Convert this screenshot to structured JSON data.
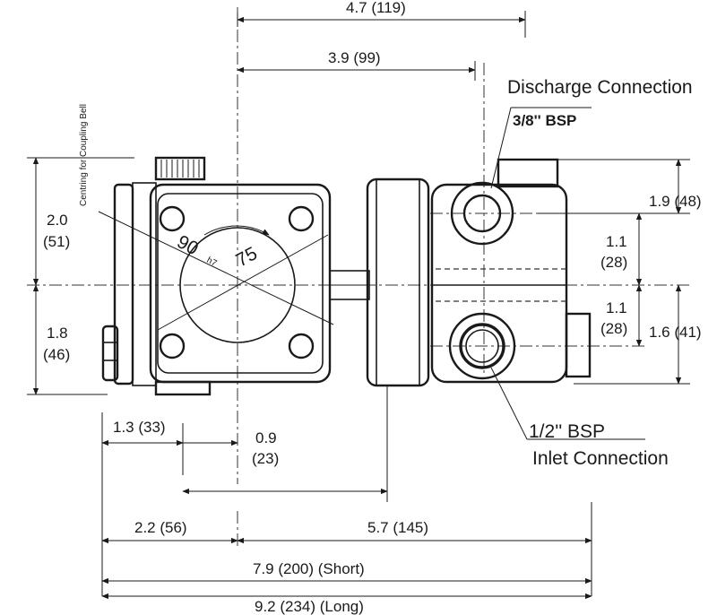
{
  "dimensions": {
    "overall_width_short": "7.9 (200) (Short)",
    "overall_width_long": "9.2 (234) (Long)",
    "width_to_discharge_far": "4.7 (119)",
    "width_to_discharge_center": "3.9 (99)",
    "left_to_center": "2.2 (56)",
    "center_to_right": "5.7 (145)",
    "flange_offset": "1.3 (33)",
    "center_offset_line1": "0.9",
    "center_offset_line2": "(23)",
    "upper_height_line1": "2.0",
    "upper_height_line2": "(51)",
    "lower_height_line1": "1.8",
    "lower_height_line2": "(46)",
    "discharge_top": "1.9 (48)",
    "port_spacing_upper_line1": "1.1",
    "port_spacing_upper_line2": "(28)",
    "port_spacing_lower_line1": "1.1",
    "port_spacing_lower_line2": "(28)",
    "inlet_bottom": "1.6 (41)"
  },
  "annotations": {
    "discharge_title": "Discharge Connection",
    "discharge_thread": "3/8'' BSP",
    "inlet_thread": "1/2'' BSP",
    "inlet_title": "Inlet Connection",
    "coupling_bell_note": "Centring for Coupling Bell",
    "pilot_diameter": "90",
    "pilot_tolerance": "h7",
    "bolt_circle": "75"
  }
}
